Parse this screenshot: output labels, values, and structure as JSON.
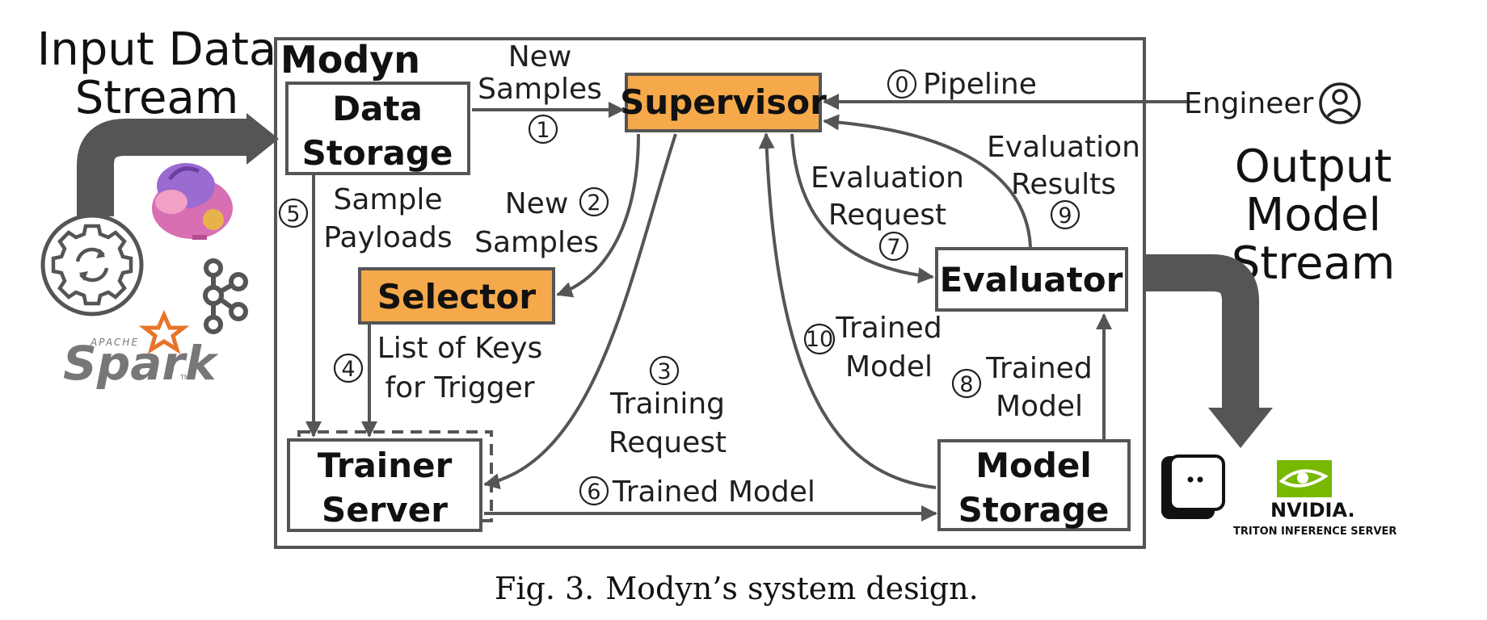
{
  "input": {
    "line1": "Input Data",
    "line2": "Stream"
  },
  "output": {
    "line1": "Output",
    "line2": "Model",
    "line3": "Stream"
  },
  "system_title": "Modyn",
  "boxes": {
    "data_storage": {
      "line1": "Data",
      "line2": "Storage"
    },
    "supervisor": "Supervisor",
    "selector": "Selector",
    "evaluator": "Evaluator",
    "trainer_server": {
      "line1": "Trainer",
      "line2": "Server"
    },
    "model_storage": {
      "line1": "Model",
      "line2": "Storage"
    }
  },
  "engineer": "Engineer",
  "labels": {
    "pipeline": "Pipeline",
    "new_samples_1": {
      "line1": "New",
      "line2": "Samples"
    },
    "new_samples_2": {
      "line1": "New",
      "line2": "Samples"
    },
    "sample_payloads": {
      "line1": "Sample",
      "line2": "Payloads"
    },
    "list_of_keys": {
      "line1": "List of Keys",
      "line2": "for Trigger"
    },
    "training_request": {
      "line1": "Training",
      "line2": "Request"
    },
    "trained_model_6": "Trained Model",
    "evaluation_request": {
      "line1": "Evaluation",
      "line2": "Request"
    },
    "evaluation_results": {
      "line1": "Evaluation",
      "line2": "Results"
    },
    "trained_model_8": {
      "line1": "Trained",
      "line2": "Model"
    },
    "trained_model_10": {
      "line1": "Trained",
      "line2": "Model"
    }
  },
  "step_numbers": {
    "s0": "0",
    "s1": "1",
    "s2": "2",
    "s3": "3",
    "s4": "4",
    "s5": "5",
    "s6": "6",
    "s7": "7",
    "s8": "8",
    "s9": "9",
    "s10": "10"
  },
  "logos": {
    "spark_small": "APACHE",
    "spark_name": "Spark",
    "spark_tm": "TM",
    "nvidia_name": "NVIDIA.",
    "nvidia_sub": "TRITON INFERENCE SERVER"
  },
  "icons": {
    "pipeline_gear": "gear-sync-icon",
    "flink": "flink-squirrel-icon",
    "kafka": "kafka-icon",
    "engineer": "user-icon",
    "kserve": "kserve-icon",
    "nvidia": "nvidia-eye-icon"
  },
  "colors": {
    "orange_box": "#f5a94b",
    "arrow_gray": "#555555",
    "thick_arrow": "#555555",
    "nvidia_green": "#76b900"
  },
  "caption": {
    "fig_label": "Fig. 3.",
    "text": "Modyn’s system design."
  }
}
